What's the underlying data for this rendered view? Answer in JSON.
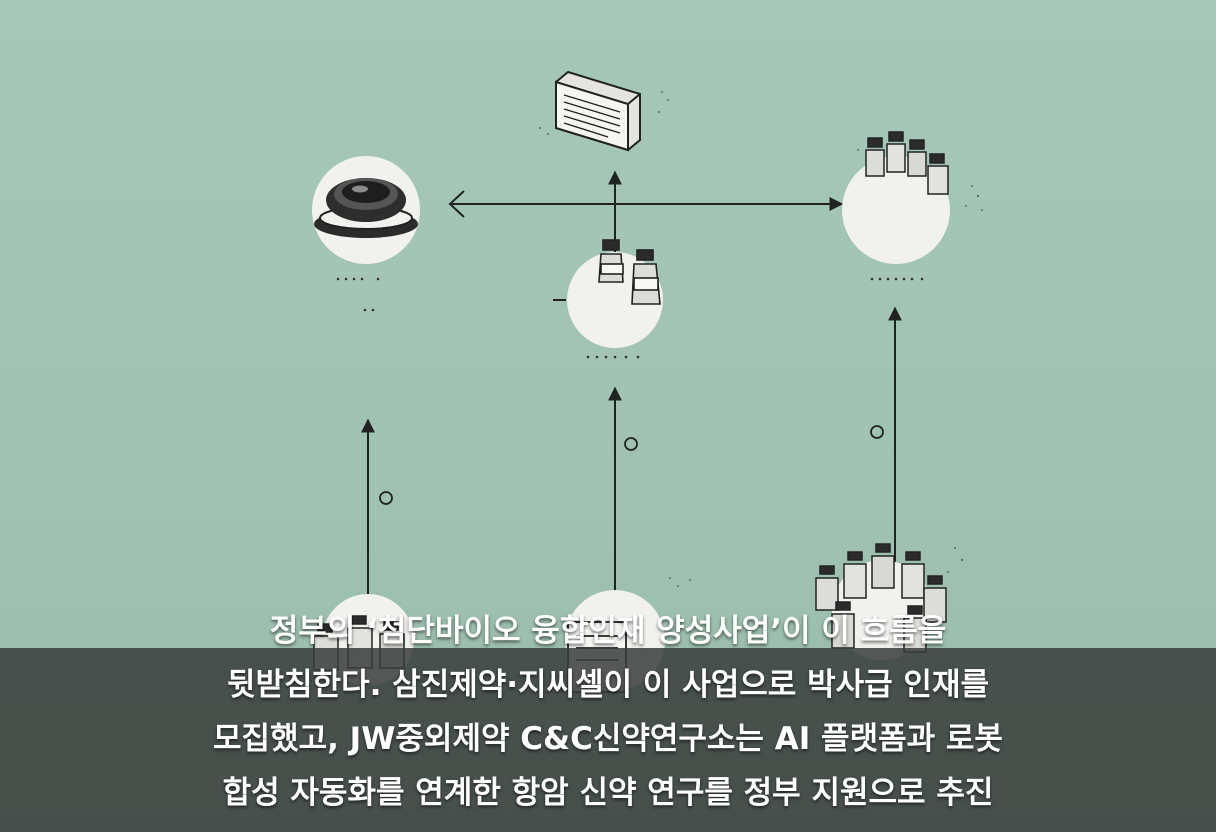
{
  "illustration": {
    "icons": [
      "camera-lens-icon",
      "document-box-icon",
      "vial-cluster-icon",
      "vial-pair-icon",
      "vial-group-icon",
      "report-icon"
    ],
    "colors": {
      "background": "#a5c8b9",
      "ink": "#222222",
      "node_fill": "#f1f1ee"
    }
  },
  "subtitle": {
    "lines": [
      "정부의 ‘첨단바이오 융합인재 양성사업’이 이 흐름을",
      "뒷받침한다. 삼진제약·지씨셀이 이 사업으로 박사급 인재를",
      "모집했고, JW중외제약 C&C신약연구소는 AI 플랫폼과 로봇",
      "합성 자동화를 연계한 항암 신약 연구를 정부 지원으로 추진"
    ]
  }
}
